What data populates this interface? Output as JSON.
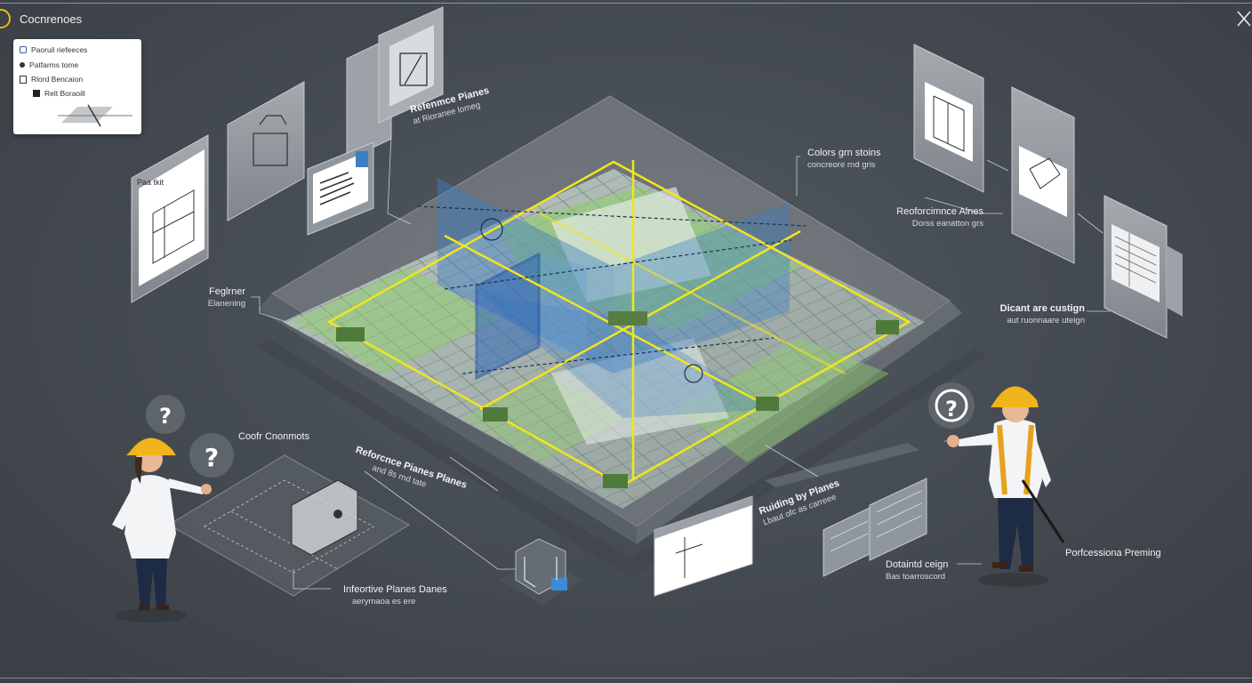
{
  "window": {
    "title": "Cocnrenoes"
  },
  "legend": {
    "items": [
      {
        "icon": "link-icon",
        "label": "Paoruil riefeeces"
      },
      {
        "icon": "dot-icon",
        "label": "Patfarms tome"
      },
      {
        "icon": "document-icon",
        "label": "Rlord Bencaion"
      },
      {
        "icon": "play-icon",
        "label": "Relt Boraoill"
      }
    ]
  },
  "callouts": {
    "reference_planes_top": {
      "title": "Refenmce Pianes",
      "sub": "at Rioranee lomeg"
    },
    "colors_settings": {
      "title": "Colors grn stoins",
      "sub": "concreore rnd gris"
    },
    "reference_annotations": {
      "title": "Reoforcimnce Alnes",
      "sub": "Dorss eanatton grs"
    },
    "distant_design": {
      "title": "Dicant are custign",
      "sub": "aut ruonnaare uteign"
    },
    "engineer_planning": {
      "title": "Feglrner",
      "sub": "Elanening"
    },
    "color_controls": {
      "title": "Coofr Cnonmots"
    },
    "reference_plane_lines": {
      "title": "Reforcnce Pianes Planes",
      "sub": "and 8s rnd tate"
    },
    "interactive_planes": {
      "title": "Infeortive Planes Danes",
      "sub": "aerymaoa es ere"
    },
    "building_by_planes": {
      "title": "Ruiding by Planes",
      "sub": "Lbaut ofc as carreee"
    },
    "detailed_design": {
      "title": "Dotaintd ceign",
      "sub": "Bas toarroscord"
    },
    "professional_planning": {
      "title": "Porfcessiona Preming"
    }
  },
  "panels": {
    "left_small_label": "Paa tkit"
  },
  "colors": {
    "background": "#464c53",
    "grid_yellow": "#f2e51c",
    "plane_blue": "#3d7fc4",
    "floor_green": "#8fcf6a",
    "hardhat": "#f0b51a"
  }
}
